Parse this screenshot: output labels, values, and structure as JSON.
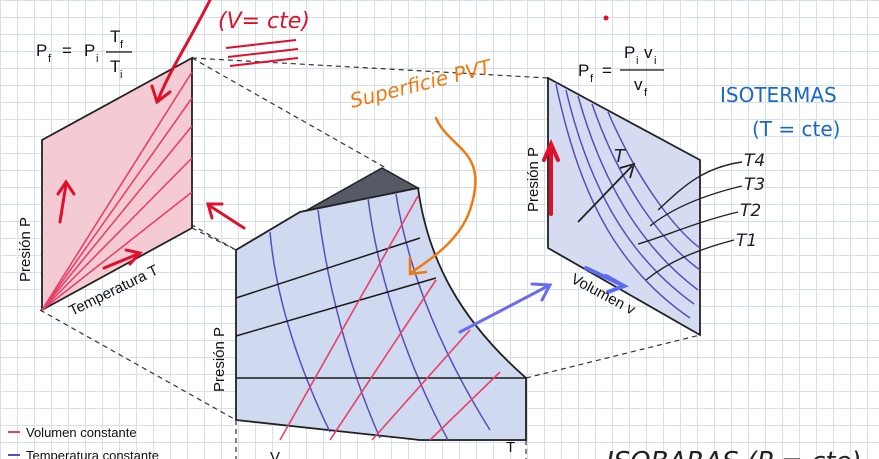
{
  "colors": {
    "volume_line": "#e8406a",
    "temperature_line": "#5b4db8",
    "surface_fill": "#cfd9f0",
    "left_panel_fill": "#f4cbd3",
    "right_panel_fill": "#d5dcf2",
    "annotation_red": "#e0102b",
    "annotation_orange": "#f07a10",
    "annotation_blue": "#1a67c9",
    "annotation_arrow": "#6a6cf0"
  },
  "left_panel": {
    "formula_lhs": "P",
    "formula_lhs_sub": "f",
    "formula_eq": "=",
    "formula_rhs": "P",
    "formula_rhs_sub": "i",
    "formula_num": "T",
    "formula_num_sub": "f",
    "formula_den": "T",
    "formula_den_sub": "i",
    "axis_y": "Presión  P",
    "axis_x": "Temperatura  T",
    "note_handwritten": "(V= cte)"
  },
  "center": {
    "surface_label": "Superficie PVT",
    "axis_y": "Presión  P",
    "axis_bottom_right": "T",
    "axis_bottom_left": "V"
  },
  "right_panel": {
    "formula_lhs": "P",
    "formula_lhs_sub": "f",
    "formula_eq": "=",
    "formula_num_a": "P",
    "formula_num_a_sub": "i",
    "formula_num_b": "v",
    "formula_num_b_sub": "i",
    "formula_den": "v",
    "formula_den_sub": "f",
    "axis_y": "Presión  P",
    "axis_x": "Volumen  v",
    "isotherm_title": "ISOTERMAS",
    "isotherm_sub": "(T = cte)",
    "temp_arrow_label": "T",
    "isotherm_labels": [
      "T4",
      "T3",
      "T2",
      "T1"
    ]
  },
  "legend": {
    "items": [
      {
        "label": "Volumen constante",
        "color": "#e8406a"
      },
      {
        "label": "Temperatura constante",
        "color": "#5b4db8"
      }
    ]
  },
  "bottom_note": "ISOBARAS (P = cte)"
}
